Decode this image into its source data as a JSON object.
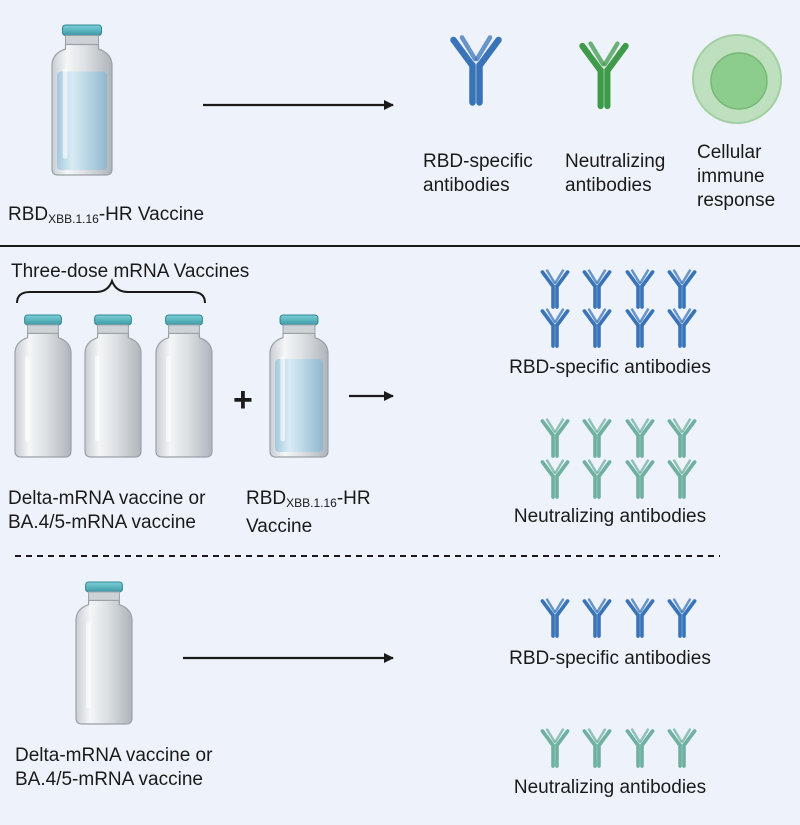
{
  "colors": {
    "background": "#eef3fb",
    "divider": "#1a1a1a",
    "cap": "#4fb3bf",
    "rbd_antibody": "#3a74b8",
    "neutralizing_antibody_top": "#3f9a4a",
    "neutralizing_antibody": "#6fb0a0",
    "cell_outer": "#bfe0bf",
    "cell_inner": "#8ccc8c"
  },
  "top": {
    "vaccine_label": {
      "prefix": "RBD",
      "sub": "XBB.1.16",
      "suffix": "-HR Vaccine"
    },
    "outcomes": [
      {
        "line1": "RBD-specific",
        "line2": "antibodies",
        "icon": "y-antibody-icon"
      },
      {
        "line1": "Neutralizing",
        "line2": "antibodies",
        "icon": "y-antibody-icon"
      },
      {
        "line1": "Cellular",
        "line2": "immune",
        "line3": "response",
        "icon": "immune-cell-icon"
      }
    ]
  },
  "middle": {
    "group_title": "Three-dose mRNA Vaccines",
    "primary_label": {
      "line1": "Delta-mRNA vaccine or",
      "line2": "BA.4/5-mRNA vaccine"
    },
    "plus": "+",
    "booster_label": {
      "prefix": "RBD",
      "sub": "XBB.1.16",
      "suffix": "-HR",
      "line2": "Vaccine"
    },
    "rbd_label": "RBD-specific antibodies",
    "neut_label": "Neutralizing antibodies"
  },
  "bottom": {
    "vaccine_label": {
      "line1": "Delta-mRNA vaccine or",
      "line2": "BA.4/5-mRNA vaccine"
    },
    "rbd_label": "RBD-specific antibodies",
    "neut_label": "Neutralizing antibodies"
  }
}
